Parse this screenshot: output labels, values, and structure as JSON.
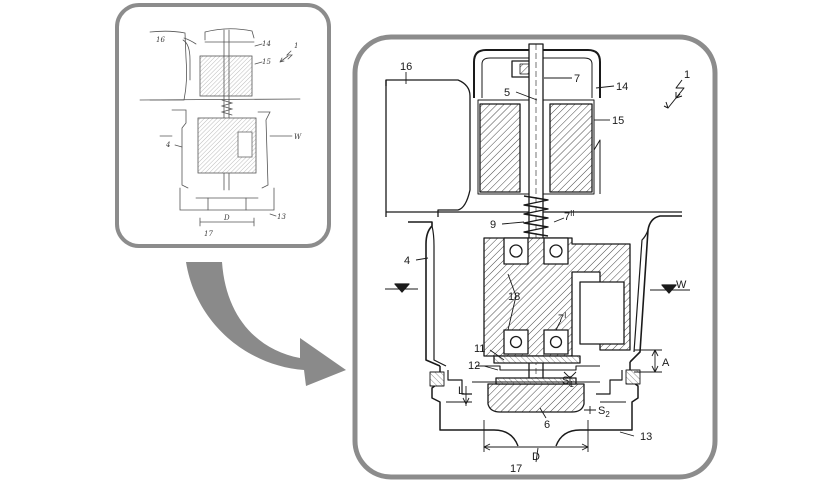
{
  "sketch_panel": {
    "labels": {
      "l16": "16",
      "l14": "14",
      "l15": "15",
      "l1": "1",
      "l4": "4",
      "lW": "W",
      "l13": "13",
      "l17": "17",
      "lD": "D"
    }
  },
  "drawing_panel": {
    "labels": {
      "l16": "16",
      "l7": "7",
      "l14": "14",
      "l1": "1",
      "l5": "5",
      "l15": "15",
      "l9": "9",
      "l7ii": "7",
      "l7ii_sup": "II",
      "l4": "4",
      "lW": "W",
      "l18": "18",
      "l7i": "7",
      "l7i_sup": "I",
      "l11": "11",
      "lA": "A",
      "l12": "12",
      "lS1": "S",
      "lS1_sub": "1",
      "lL": "L",
      "lS2": "S",
      "lS2_sub": "2",
      "l6": "6",
      "l13": "13",
      "lD": "D",
      "l17": "17"
    }
  },
  "colors": {
    "panel_border": "#8c8c8c",
    "arrow": "#8a8a8a",
    "line": "#1a1a1a",
    "hatch": "#333333"
  }
}
